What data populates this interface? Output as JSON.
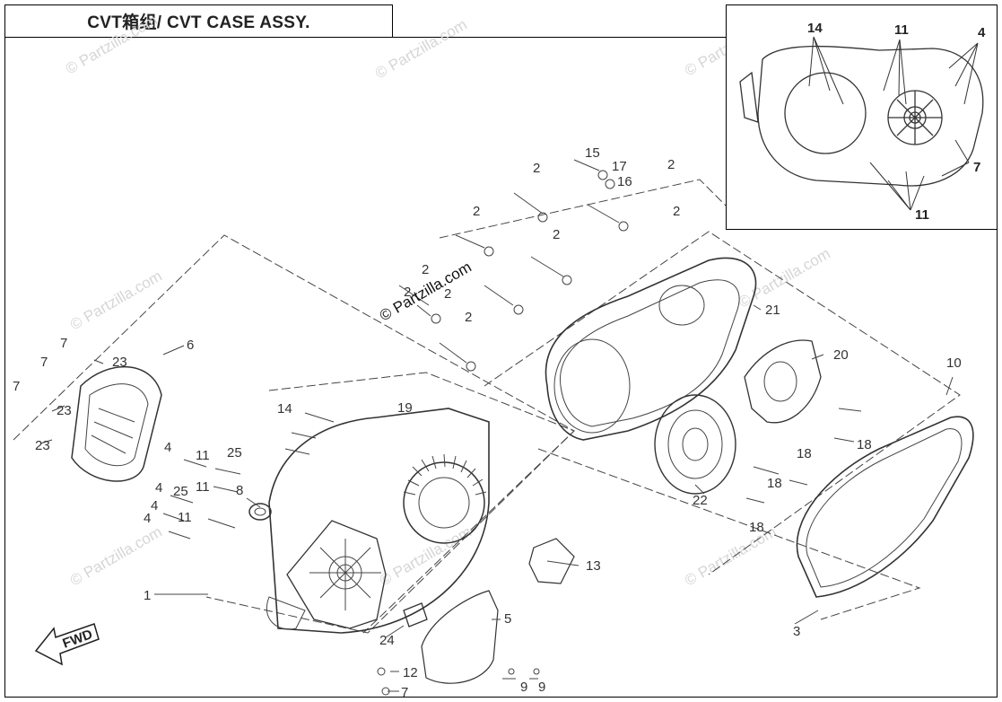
{
  "title": "CVT箱组/ CVT CASE ASSY.",
  "watermark": "© Partzilla.com",
  "watermark_dark": "© Partzilla.com",
  "fwd_label": "FWD",
  "callouts_main": [
    {
      "id": "c1",
      "text": "1"
    },
    {
      "id": "c2a",
      "text": "2"
    },
    {
      "id": "c2b",
      "text": "2"
    },
    {
      "id": "c2c",
      "text": "2"
    },
    {
      "id": "c2d",
      "text": "2"
    },
    {
      "id": "c2e",
      "text": "2"
    },
    {
      "id": "c2f",
      "text": "2"
    },
    {
      "id": "c2g",
      "text": "2"
    },
    {
      "id": "c2h",
      "text": "2"
    },
    {
      "id": "c2i",
      "text": "2"
    },
    {
      "id": "c3",
      "text": "3"
    },
    {
      "id": "c4a",
      "text": "4"
    },
    {
      "id": "c4b",
      "text": "4"
    },
    {
      "id": "c4c",
      "text": "4"
    },
    {
      "id": "c4d",
      "text": "4"
    },
    {
      "id": "c5",
      "text": "5"
    },
    {
      "id": "c6",
      "text": "6"
    },
    {
      "id": "c7a",
      "text": "7"
    },
    {
      "id": "c7b",
      "text": "7"
    },
    {
      "id": "c7c",
      "text": "7"
    },
    {
      "id": "c7d",
      "text": "7"
    },
    {
      "id": "c8",
      "text": "8"
    },
    {
      "id": "c9a",
      "text": "9"
    },
    {
      "id": "c9b",
      "text": "9"
    },
    {
      "id": "c10",
      "text": "10"
    },
    {
      "id": "c11a",
      "text": "11"
    },
    {
      "id": "c11b",
      "text": "11"
    },
    {
      "id": "c11c",
      "text": "11"
    },
    {
      "id": "c12",
      "text": "12"
    },
    {
      "id": "c13",
      "text": "13"
    },
    {
      "id": "c14",
      "text": "14"
    },
    {
      "id": "c15",
      "text": "15"
    },
    {
      "id": "c16",
      "text": "16"
    },
    {
      "id": "c17",
      "text": "17"
    },
    {
      "id": "c18a",
      "text": "18"
    },
    {
      "id": "c18b",
      "text": "18"
    },
    {
      "id": "c18c",
      "text": "18"
    },
    {
      "id": "c18d",
      "text": "18"
    },
    {
      "id": "c19",
      "text": "19"
    },
    {
      "id": "c20",
      "text": "20"
    },
    {
      "id": "c21",
      "text": "21"
    },
    {
      "id": "c22",
      "text": "22"
    },
    {
      "id": "c23a",
      "text": "23"
    },
    {
      "id": "c23b",
      "text": "23"
    },
    {
      "id": "c23c",
      "text": "23"
    },
    {
      "id": "c24",
      "text": "24"
    },
    {
      "id": "c25a",
      "text": "25"
    },
    {
      "id": "c25b",
      "text": "25"
    }
  ],
  "callouts_inset": [
    {
      "id": "i14",
      "text": "14"
    },
    {
      "id": "i11a",
      "text": "11"
    },
    {
      "id": "i4",
      "text": "4"
    },
    {
      "id": "i7",
      "text": "7"
    },
    {
      "id": "i11b",
      "text": "11"
    }
  ]
}
